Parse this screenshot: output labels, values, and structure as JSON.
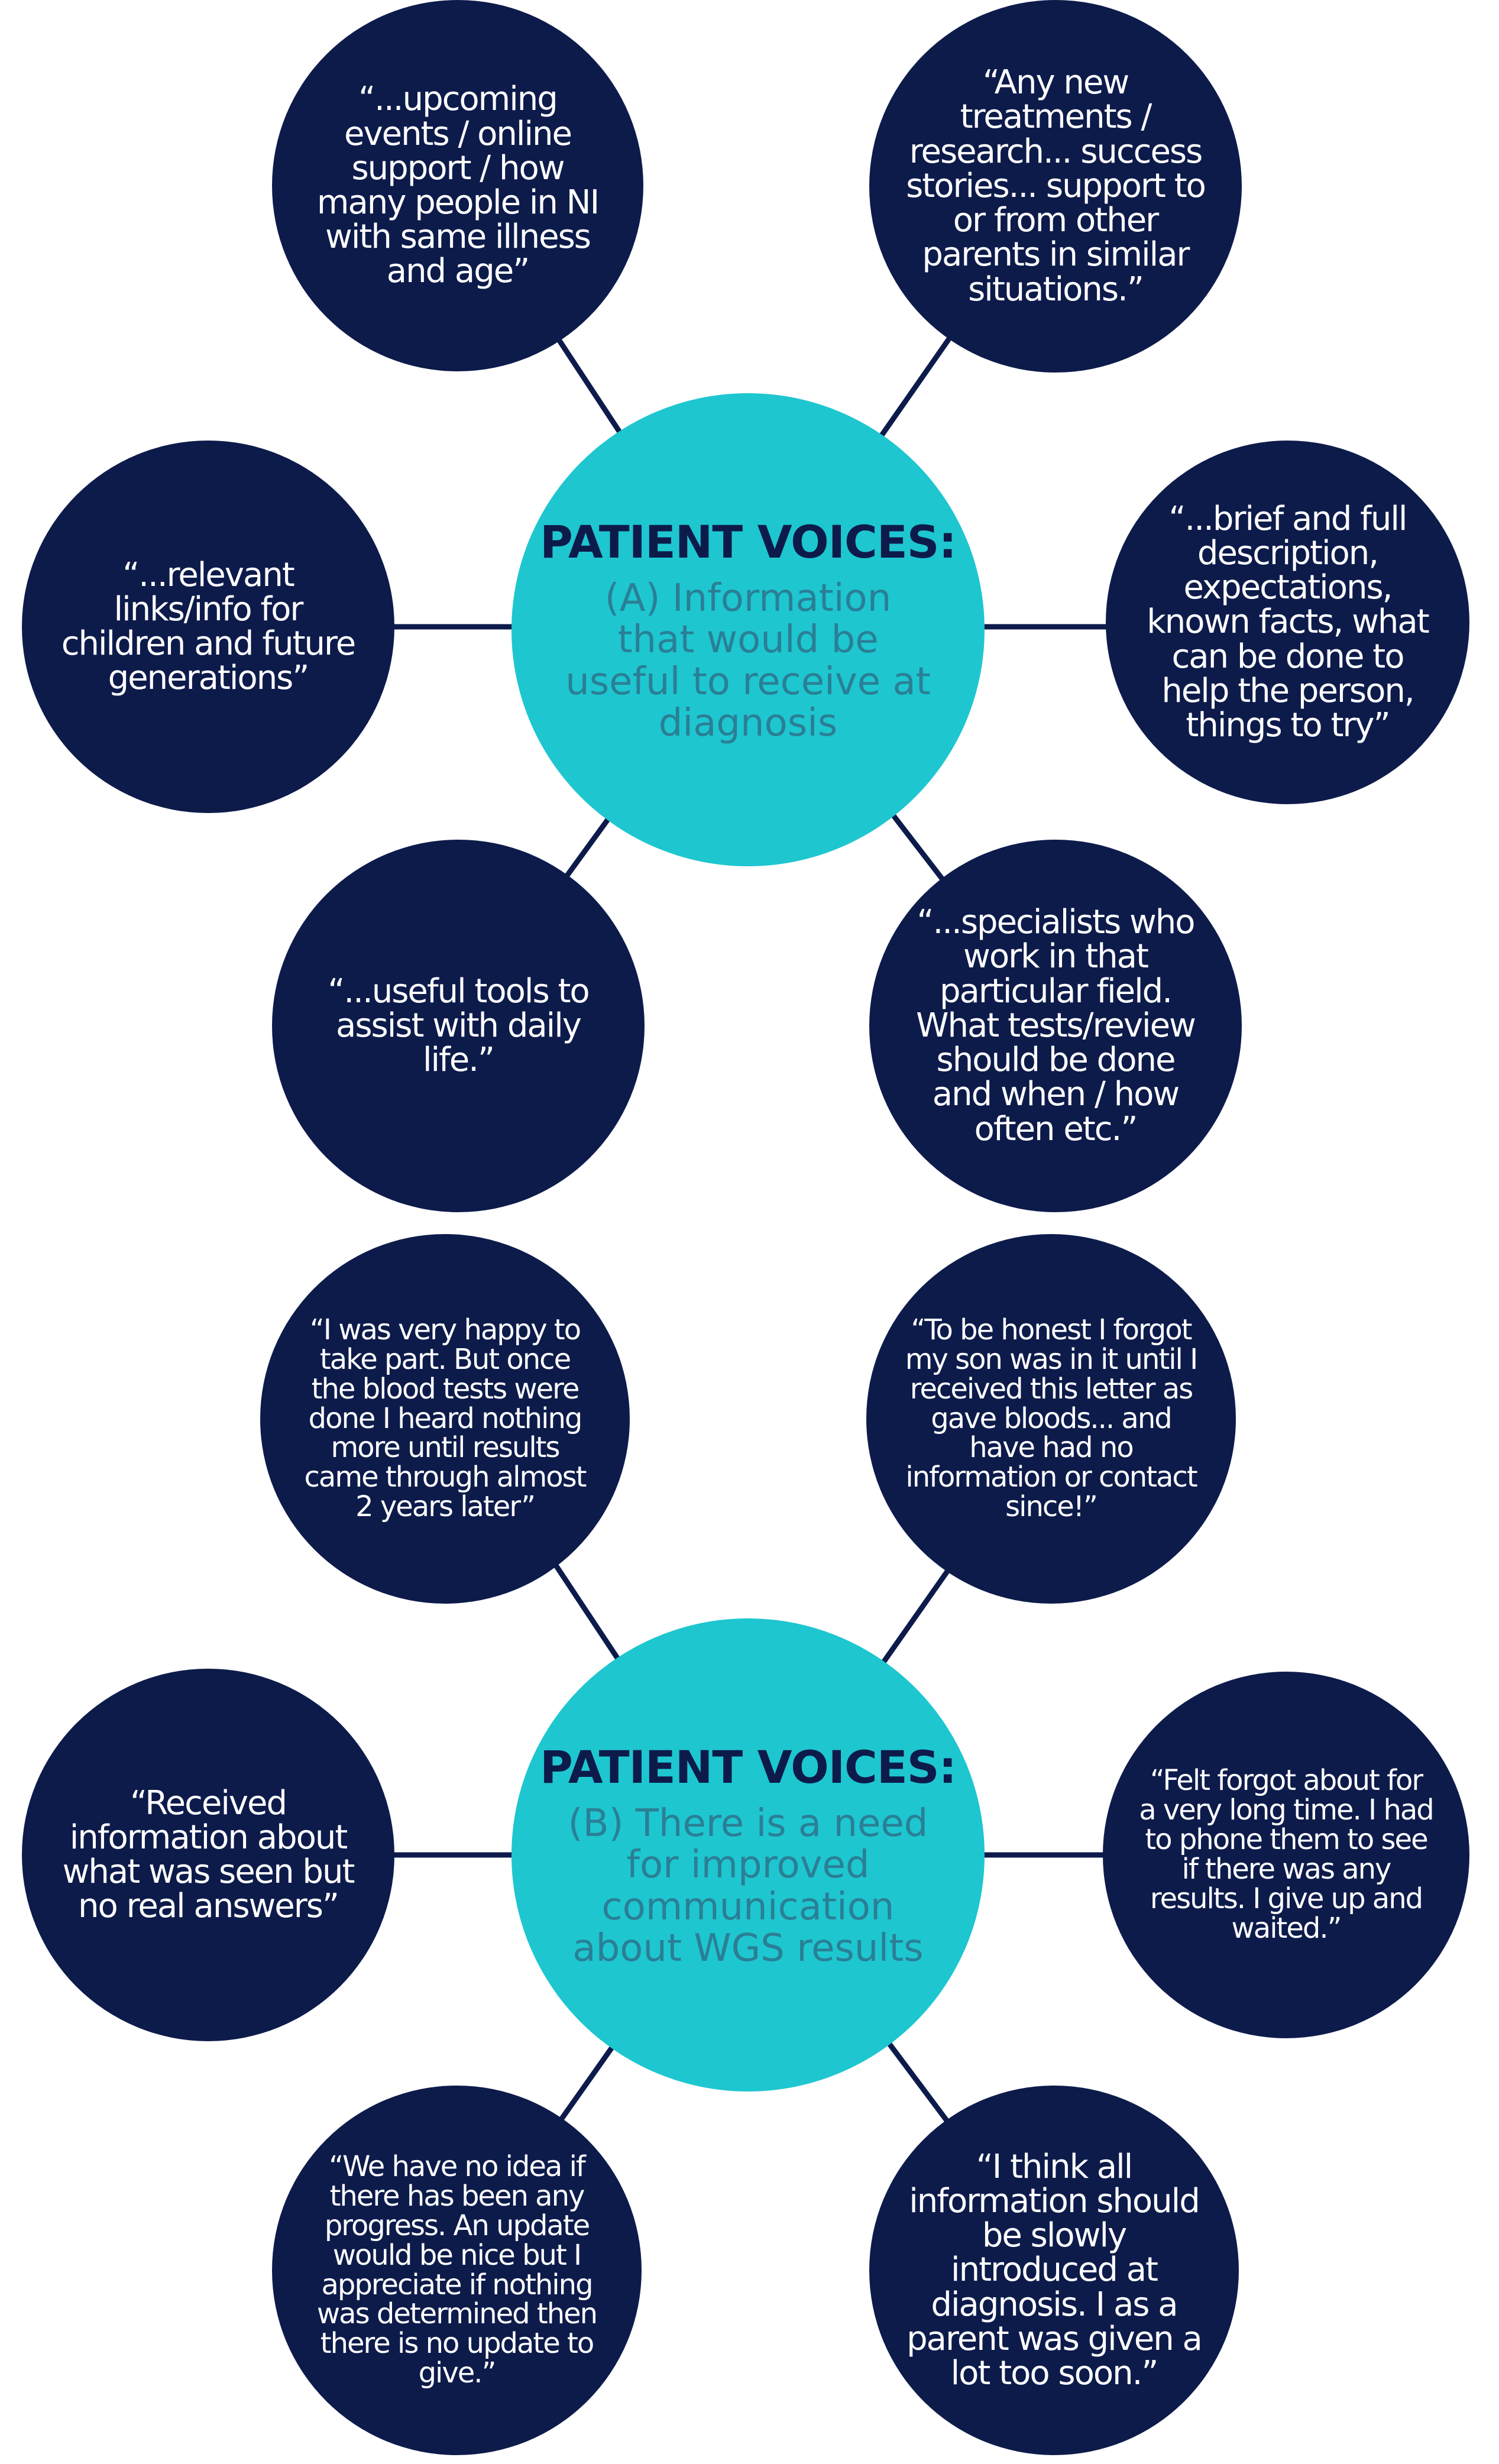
{
  "colors": {
    "bubble": "#0d1b4b",
    "hub": "#1ec6d0",
    "hub_title": "#0d1b4b",
    "hub_subtitle": "#2a7f95",
    "bubble_text": "#ffffff"
  },
  "diagram_a": {
    "hub_title": "PATIENT VOICES:",
    "hub_subtitle": "(A) Information that would be useful to receive at diagnosis",
    "quotes": {
      "top_left": "“...upcoming events / online support / how many people in NI with same illness and age”",
      "top_right": "“Any new treatments / research... success stories... support to or from other parents in similar situations.”",
      "left": "“...relevant links/info for children and future generations”",
      "right": "“...brief and full description, expectations, known facts, what can be done to help the person, things to try”",
      "bottom_left": "“...useful tools to assist with daily life.”",
      "bottom_right": "“...specialists who work in that particular field. What tests/review should be done and when / how often etc.”"
    }
  },
  "diagram_b": {
    "hub_title": "PATIENT VOICES:",
    "hub_subtitle": "(B) There is a need for improved communication about WGS results",
    "quotes": {
      "top_left": "“I was very happy to take part. But once the blood tests were done I heard nothing more until results came through almost 2 years later”",
      "top_right": "“To be honest I forgot my son was in it until I received this letter as gave bloods... and have had no information or contact since!”",
      "left": "“Received information about what was seen but no real answers”",
      "right": "“Felt forgot about for a very long time. I had to phone them to see if there was any results. I give up and waited.”",
      "bottom_left": "“We have no idea if there has been any progress. An update would be nice but I appreciate if nothing was determined then there is no update to give.”",
      "bottom_right": "“I think all information should be slowly introduced at diagnosis. I as a parent was given a lot too soon.”"
    }
  }
}
